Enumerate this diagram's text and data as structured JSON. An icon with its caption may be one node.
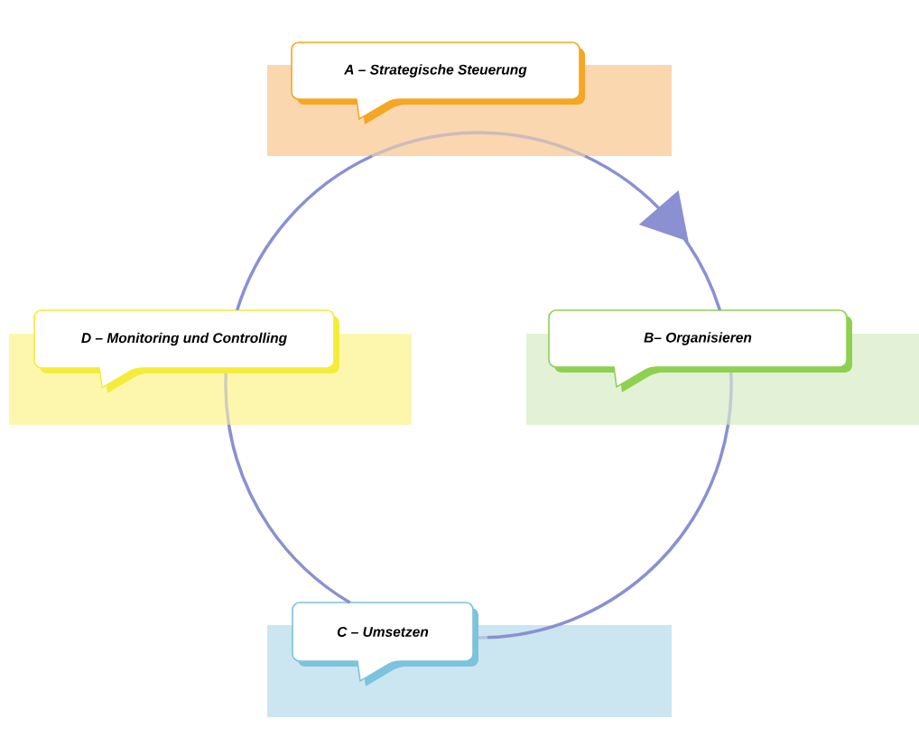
{
  "diagram": {
    "nodes": [
      {
        "text": [
          "A – Strategische Steuerung"
        ]
      },
      {
        "text": [
          "B– Organisieren"
        ]
      },
      {
        "text": [
          "C – Umsetzen"
        ]
      },
      {
        "text": [
          "D – Monitoring und Controlling"
        ]
      }
    ],
    "edges": [
      {
        "from": 0,
        "to": 1,
        "arrow": "to"
      },
      {
        "from": 1,
        "to": 2,
        "arrow": "none"
      },
      {
        "from": 2,
        "to": 3,
        "arrow": "none"
      },
      {
        "from": 3,
        "to": 0,
        "arrow": "none"
      }
    ]
  }
}
